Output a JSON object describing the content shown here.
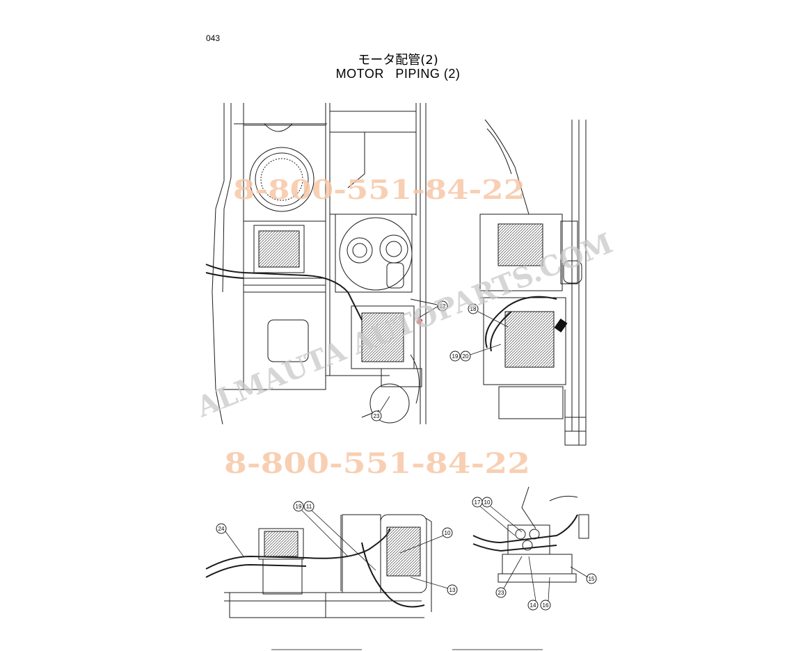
{
  "page": {
    "number": "043",
    "title_jp": "モータ配管(2)",
    "title_en": "MOTOR   PIPING (2)"
  },
  "watermarks": {
    "phone_top": "8-800-551-84-22",
    "phone_bottom": "8-800-551-84-22",
    "brand_diagonal": "ALMAUTA AUTOPARTS.COM"
  },
  "callouts": {
    "top_left_a": "12",
    "top_left_b": "23",
    "top_right_a": "18",
    "top_right_b": "19",
    "top_right_c": "20",
    "bottom_left_a": "24",
    "bottom_left_b": "19",
    "bottom_left_c": "11",
    "bottom_left_d": "10",
    "bottom_left_e": "13",
    "bottom_right_a": "17",
    "bottom_right_b": "10",
    "bottom_right_c": "23",
    "bottom_right_d": "14",
    "bottom_right_e": "16",
    "bottom_right_f": "15"
  },
  "colors": {
    "line": "#1a1a1a",
    "phone_watermark": "#f7c7a6",
    "brand_watermark": "#c8c8c8",
    "marker_red": "#e0202a"
  }
}
